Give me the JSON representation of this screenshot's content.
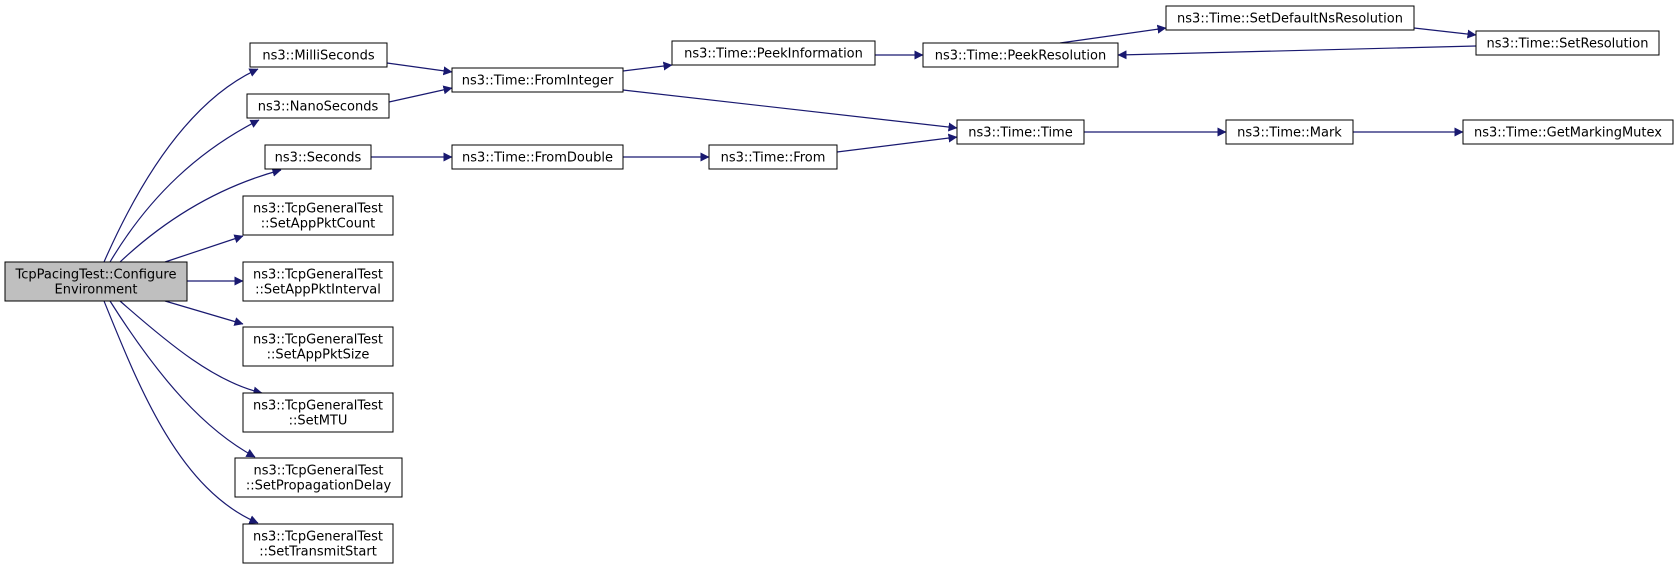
{
  "graph": {
    "colors": {
      "edge": "#191970",
      "node_border": "#000000",
      "node_fill": "#ffffff",
      "root_fill": "#bfbfbf"
    },
    "nodes": {
      "root": [
        "TcpPacingTest::Configure",
        "Environment"
      ],
      "milliseconds": [
        "ns3::MilliSeconds"
      ],
      "nanoseconds": [
        "ns3::NanoSeconds"
      ],
      "seconds": [
        "ns3::Seconds"
      ],
      "set_app_pkt_count": [
        "ns3::TcpGeneralTest",
        "::SetAppPktCount"
      ],
      "set_app_pkt_interval": [
        "ns3::TcpGeneralTest",
        "::SetAppPktInterval"
      ],
      "set_app_pkt_size": [
        "ns3::TcpGeneralTest",
        "::SetAppPktSize"
      ],
      "set_mtu": [
        "ns3::TcpGeneralTest",
        "::SetMTU"
      ],
      "set_propagation_delay": [
        "ns3::TcpGeneralTest",
        "::SetPropagationDelay"
      ],
      "set_transmit_start": [
        "ns3::TcpGeneralTest",
        "::SetTransmitStart"
      ],
      "from_integer": [
        "ns3::Time::FromInteger"
      ],
      "from_double": [
        "ns3::Time::FromDouble"
      ],
      "from": [
        "ns3::Time::From"
      ],
      "peek_information": [
        "ns3::Time::PeekInformation"
      ],
      "peek_resolution": [
        "ns3::Time::PeekResolution"
      ],
      "set_default_ns_resolution": [
        "ns3::Time::SetDefaultNsResolution"
      ],
      "set_resolution": [
        "ns3::Time::SetResolution"
      ],
      "time": [
        "ns3::Time::Time"
      ],
      "mark": [
        "ns3::Time::Mark"
      ],
      "get_marking_mutex": [
        "ns3::Time::GetMarkingMutex"
      ]
    },
    "edges": [
      [
        "root",
        "milliseconds"
      ],
      [
        "root",
        "nanoseconds"
      ],
      [
        "root",
        "seconds"
      ],
      [
        "root",
        "set_app_pkt_count"
      ],
      [
        "root",
        "set_app_pkt_interval"
      ],
      [
        "root",
        "set_app_pkt_size"
      ],
      [
        "root",
        "set_mtu"
      ],
      [
        "root",
        "set_propagation_delay"
      ],
      [
        "root",
        "set_transmit_start"
      ],
      [
        "milliseconds",
        "from_integer"
      ],
      [
        "nanoseconds",
        "from_integer"
      ],
      [
        "seconds",
        "from_double"
      ],
      [
        "from_integer",
        "peek_information"
      ],
      [
        "from_integer",
        "time"
      ],
      [
        "from_double",
        "from"
      ],
      [
        "from",
        "time"
      ],
      [
        "peek_information",
        "peek_resolution"
      ],
      [
        "peek_resolution",
        "set_default_ns_resolution"
      ],
      [
        "set_default_ns_resolution",
        "set_resolution"
      ],
      [
        "set_resolution",
        "peek_resolution"
      ],
      [
        "time",
        "mark"
      ],
      [
        "mark",
        "get_marking_mutex"
      ]
    ]
  }
}
